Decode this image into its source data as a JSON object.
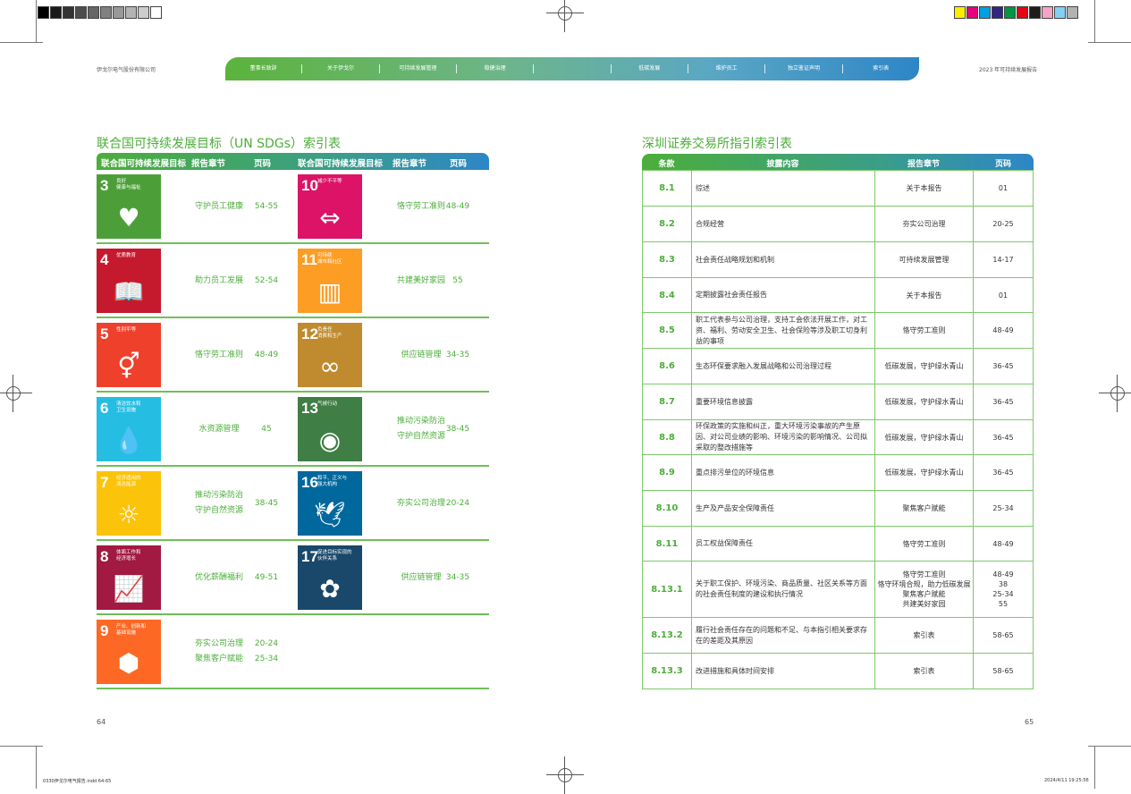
{
  "header": {
    "company": "伊戈尔电气股份有限公司",
    "report": "2023 年可持续发展报告",
    "nav": [
      "董事长致辞",
      "关于伊戈尔",
      "可持续发展管理",
      "稳健治理",
      "",
      "低碳发展",
      "维护员工",
      "独立鉴证声明",
      "索引表"
    ]
  },
  "left": {
    "title": "联合国可持续发展目标（UN SDGs）索引表",
    "headers": [
      "联合国可持续发展目标",
      "报告章节",
      "页码",
      "联合国可持续发展目标",
      "报告章节",
      "页码"
    ],
    "rows": [
      {
        "a": {
          "num": "3",
          "label": "良好\n健康与福祉",
          "color": "#4c9f38",
          "icon": "♥",
          "chapters": [
            "守护员工健康"
          ],
          "pages": [
            "54-55"
          ]
        },
        "b": {
          "num": "10",
          "label": "减少不平等",
          "color": "#dd1367",
          "icon": "⇔",
          "chapters": [
            "恪守劳工准则"
          ],
          "pages": [
            "48-49"
          ]
        }
      },
      {
        "a": {
          "num": "4",
          "label": "优质教育",
          "color": "#c5192d",
          "icon": "📖",
          "chapters": [
            "助力员工发展"
          ],
          "pages": [
            "52-54"
          ]
        },
        "b": {
          "num": "11",
          "label": "可持续\n城市和社区",
          "color": "#fd9d24",
          "icon": "▥",
          "chapters": [
            "共建美好家园"
          ],
          "pages": [
            "55"
          ]
        }
      },
      {
        "a": {
          "num": "5",
          "label": "性别平等",
          "color": "#ef402b",
          "icon": "⚥",
          "chapters": [
            "恪守劳工准则"
          ],
          "pages": [
            "48-49"
          ]
        },
        "b": {
          "num": "12",
          "label": "负责任\n消费和生产",
          "color": "#bf8b2e",
          "icon": "∞",
          "chapters": [
            "供应链管理"
          ],
          "pages": [
            "34-35"
          ]
        }
      },
      {
        "a": {
          "num": "6",
          "label": "清洁饮水和\n卫生设施",
          "color": "#26bde2",
          "icon": "💧",
          "chapters": [
            "水资源管理"
          ],
          "pages": [
            "45"
          ]
        },
        "b": {
          "num": "13",
          "label": "气候行动",
          "color": "#3f7e44",
          "icon": "◉",
          "chapters": [
            "推动污染防治",
            "守护自然资源"
          ],
          "pages": [
            "38-45"
          ]
        }
      },
      {
        "a": {
          "num": "7",
          "label": "经济适用的\n清洁能源",
          "color": "#fcc30b",
          "icon": "☼",
          "chapters": [
            "推动污染防治",
            "守护自然资源"
          ],
          "pages": [
            "38-45"
          ]
        },
        "b": {
          "num": "16",
          "label": "和平、正义与\n强大机构",
          "color": "#00689d",
          "icon": "🕊",
          "chapters": [
            "夯实公司治理"
          ],
          "pages": [
            "20-24"
          ]
        }
      },
      {
        "a": {
          "num": "8",
          "label": "体面工作和\n经济增长",
          "color": "#a21942",
          "icon": "📈",
          "chapters": [
            "优化薪酬福利"
          ],
          "pages": [
            "49-51"
          ]
        },
        "b": {
          "num": "17",
          "label": "促进目标实现的\n伙伴关系",
          "color": "#19486a",
          "icon": "✿",
          "chapters": [
            "供应链管理"
          ],
          "pages": [
            "34-35"
          ]
        }
      },
      {
        "a": {
          "num": "9",
          "label": "产业、创新和\n基础设施",
          "color": "#fd6925",
          "icon": "⬢",
          "chapters": [
            "夯实公司治理",
            "聚焦客户赋能"
          ],
          "pages": [
            "20-24",
            "25-34"
          ]
        },
        "b": null
      }
    ]
  },
  "right": {
    "title": "深圳证券交易所指引索引表",
    "headers": [
      "条款",
      "披露内容",
      "报告章节",
      "页码"
    ],
    "rows": [
      {
        "code": "8.1",
        "content": "综述",
        "section": "关于本报告",
        "page": "01"
      },
      {
        "code": "8.2",
        "content": "合规经营",
        "section": "夯实公司治理",
        "page": "20-25"
      },
      {
        "code": "8.3",
        "content": "社会责任战略规划和机制",
        "section": "可持续发展管理",
        "page": "14-17"
      },
      {
        "code": "8.4",
        "content": "定期披露社会责任报告",
        "section": "关于本报告",
        "page": "01"
      },
      {
        "code": "8.5",
        "content": "职工代表参与公司治理，支持工会依法开展工作，对工资、福利、劳动安全卫生、社会保险等涉及职工切身利益的事项",
        "section": "恪守劳工准则",
        "page": "48-49"
      },
      {
        "code": "8.6",
        "content": "生态环保要求融入发展战略和公司治理过程",
        "section": "低碳发展，守护绿水青山",
        "page": "36-45"
      },
      {
        "code": "8.7",
        "content": "重要环境信息披露",
        "section": "低碳发展，守护绿水青山",
        "page": "36-45"
      },
      {
        "code": "8.8",
        "content": "环保政策的实施和纠正，重大环境污染事故的产生原因、对公司业绩的影响、环境污染的影响情况、公司拟采取的整改措施等",
        "section": "低碳发展，守护绿水青山",
        "page": "36-45"
      },
      {
        "code": "8.9",
        "content": "重点排污单位的环境信息",
        "section": "低碳发展，守护绿水青山",
        "page": "36-45"
      },
      {
        "code": "8.10",
        "content": "生产及产品安全保障责任",
        "section": "聚焦客户赋能",
        "page": "25-34"
      },
      {
        "code": "8.11",
        "content": "员工权益保障责任",
        "section": "恪守劳工准则",
        "page": "48-49"
      },
      {
        "code": "8.13.1",
        "content": "关于职工保护、环境污染、商品质量、社区关系等方面的社会责任制度的建设和执行情况",
        "section": "恪守劳工准则\n恪守环境合规，助力低碳发展\n聚焦客户赋能\n共建美好家园",
        "page": "48-49\n38\n25-34\n55"
      },
      {
        "code": "8.13.2",
        "content": "履行社会责任存在的问题和不足、与本指引相关要求存在的差距及其原因",
        "section": "索引表",
        "page": "58-65"
      },
      {
        "code": "8.13.3",
        "content": "改进措施和具体时间安排",
        "section": "索引表",
        "page": "58-65"
      }
    ]
  },
  "pages": {
    "left": "64",
    "right": "65"
  },
  "print": {
    "file": "0330伊戈尔电气报告.indd   64-65",
    "time": "2024/4/11   19:25:56"
  },
  "marks": {
    "gray": [
      "#000",
      "#1a1a1a",
      "#333",
      "#4d4d4d",
      "#666",
      "#808080",
      "#999",
      "#b3b3b3",
      "#ccc",
      "#fff"
    ],
    "color": [
      "#ffed00",
      "#e6007e",
      "#009fe3",
      "#312783",
      "#009640",
      "#e30613",
      "#1d1d1b",
      "#f5a3c7",
      "#83d0f5",
      "#b2b2b2"
    ]
  }
}
